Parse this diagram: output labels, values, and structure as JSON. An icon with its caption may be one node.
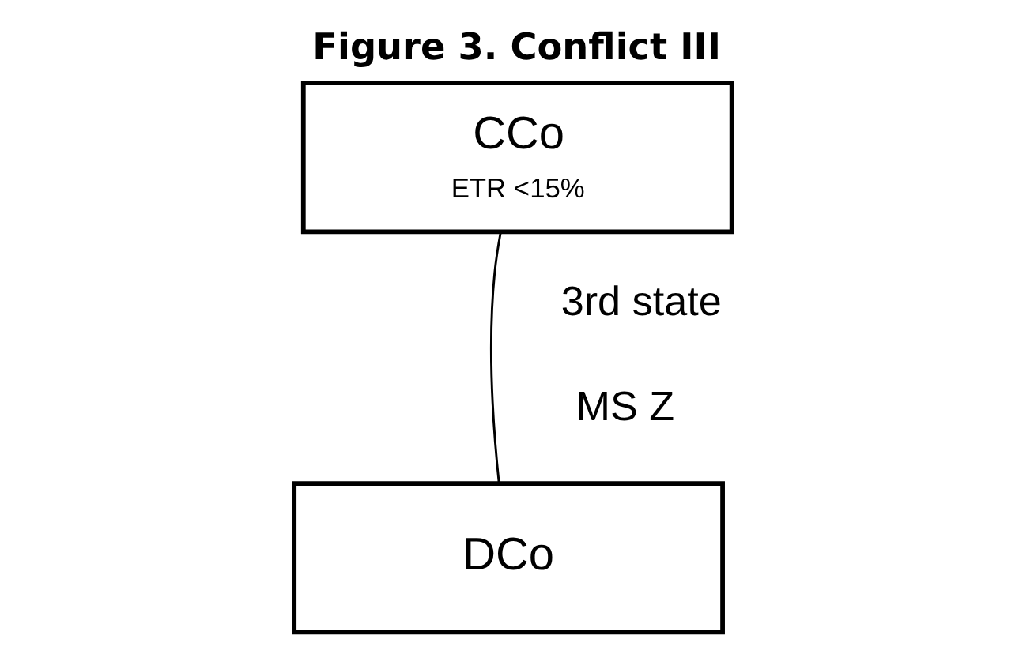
{
  "diagram": {
    "title": "Figure 3. Conflict III",
    "nodes": [
      {
        "text": [
          "CCo",
          "ETR <15%"
        ]
      },
      {
        "text": [
          "DCo"
        ]
      }
    ],
    "edges": [
      {
        "from": 0,
        "to": 1,
        "arrow": "none"
      }
    ],
    "labels": [
      "3rd state",
      "MS Z"
    ]
  }
}
